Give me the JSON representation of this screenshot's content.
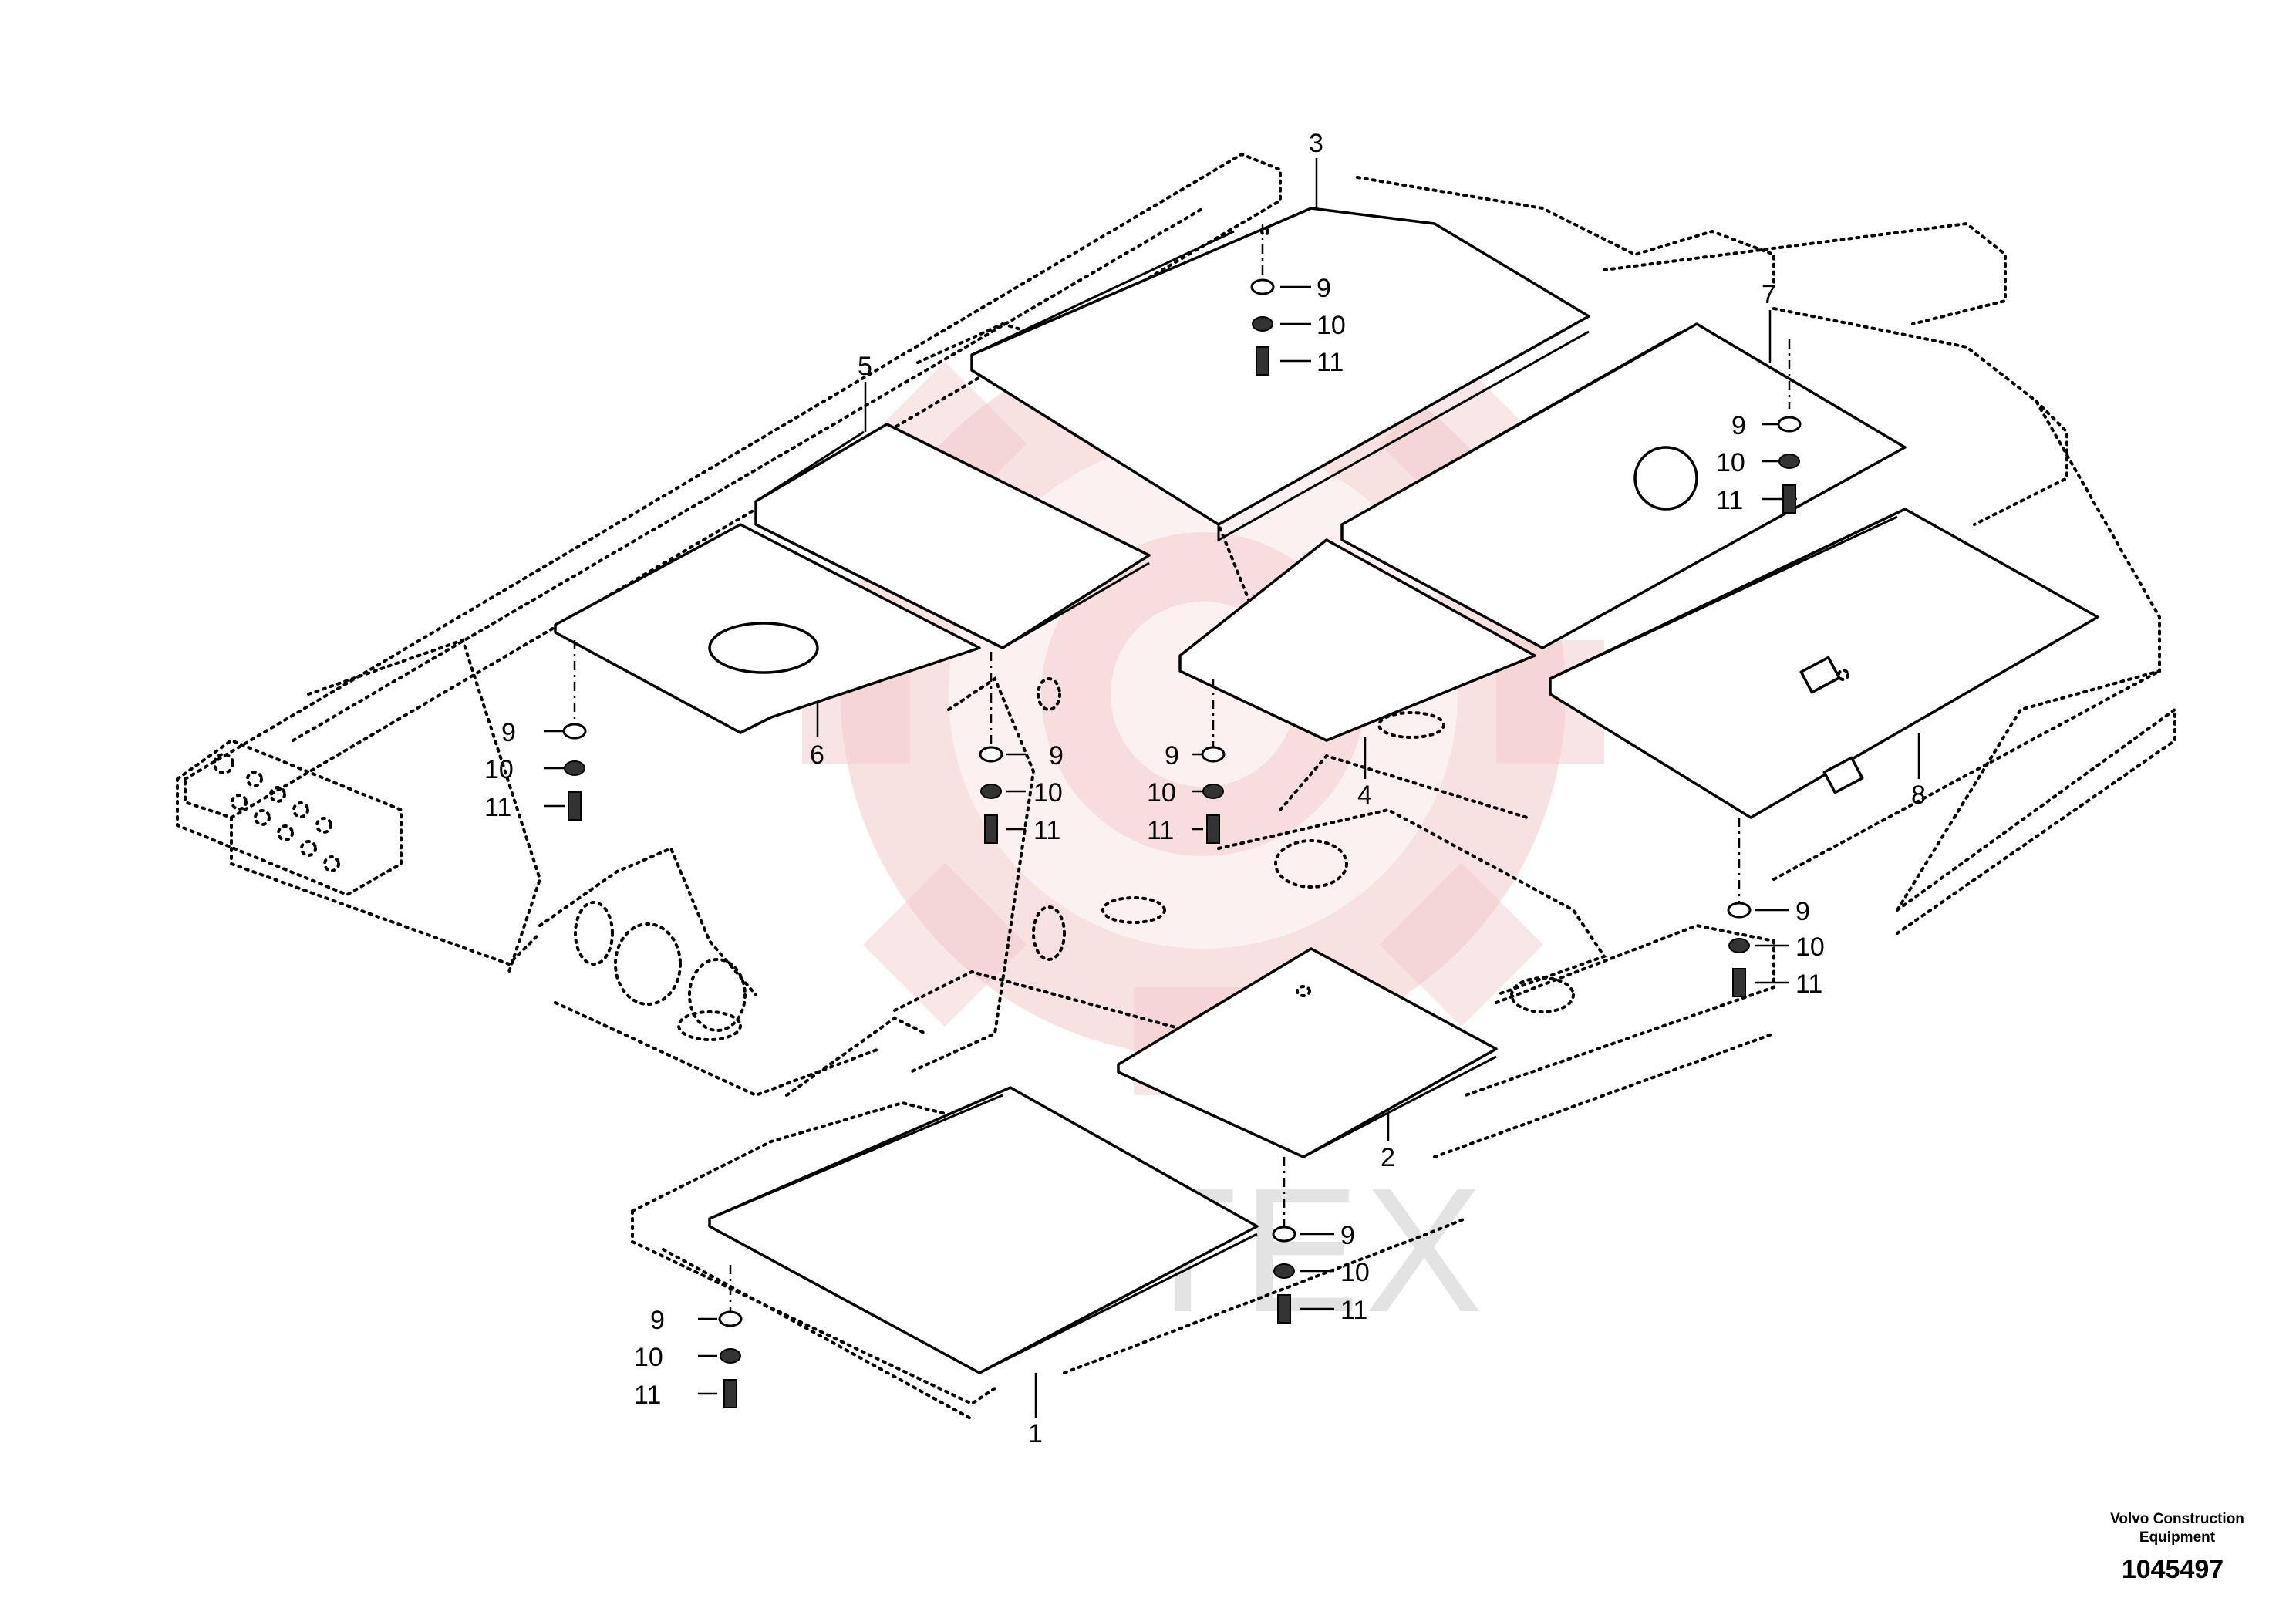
{
  "callouts": {
    "c1": "1",
    "c2": "2",
    "c3": "3",
    "c4": "4",
    "c5": "5",
    "c6": "6",
    "c7": "7",
    "c8": "8"
  },
  "fasteners": {
    "washer": "9",
    "lock_washer": "10",
    "bolt": "11"
  },
  "watermark": {
    "text": "ИНТЕХ",
    "color": "#f2c9c9"
  },
  "footer": {
    "brand": "Volvo Construction Equipment",
    "drawing_number": "1045497"
  }
}
